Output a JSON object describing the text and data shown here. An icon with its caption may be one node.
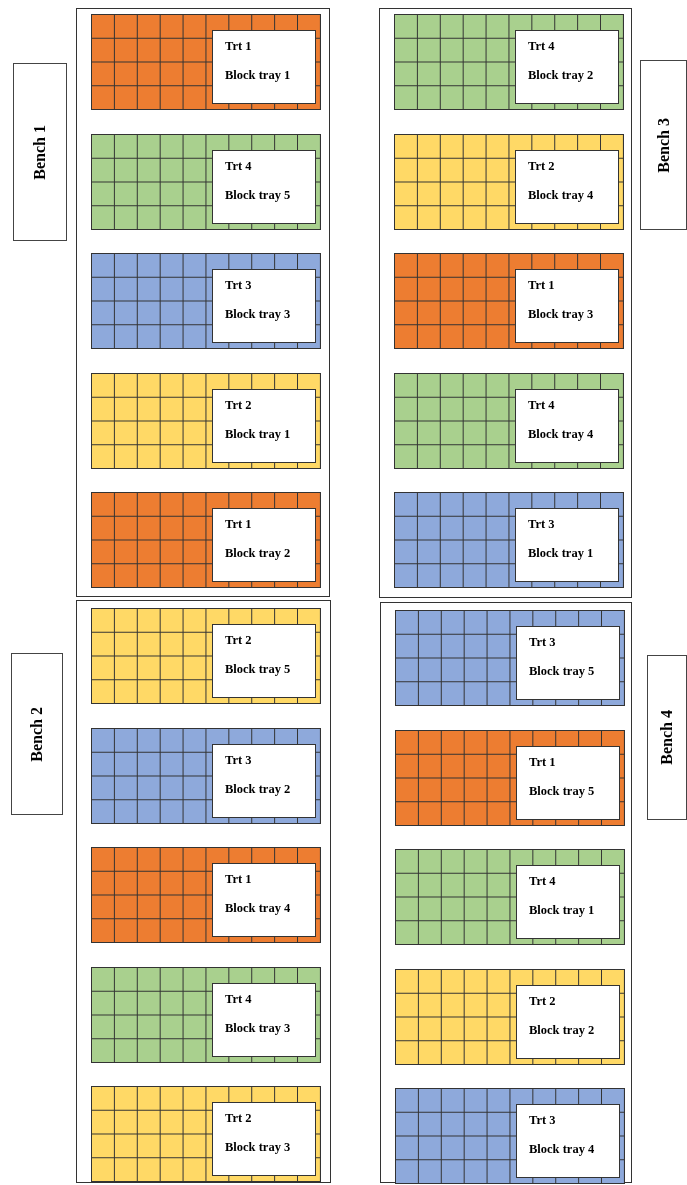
{
  "diagram": {
    "nodes": [
      {
        "text": [
          "Bench 1"
        ]
      },
      {
        "text": [],
        "shape": "box"
      },
      {
        "text": [
          "Trt 1",
          "Block tray 1"
        ],
        "in": 1
      },
      {
        "text": [
          "Trt 4",
          "Block tray 5"
        ],
        "in": 1
      },
      {
        "text": [
          "Trt 3",
          "Block tray 3"
        ],
        "in": 1
      },
      {
        "text": [
          "Trt 2",
          "Block tray 1"
        ],
        "in": 1
      },
      {
        "text": [
          "Trt 1",
          "Block tray 2"
        ],
        "in": 1
      },
      {
        "text": [
          "Bench 3"
        ]
      },
      {
        "text": [],
        "shape": "box"
      },
      {
        "text": [
          "Trt 4",
          "Block tray 2"
        ],
        "in": 8
      },
      {
        "text": [
          "Trt 2",
          "Block tray 4"
        ],
        "in": 8
      },
      {
        "text": [
          "Trt 1",
          "Block tray 3"
        ],
        "in": 8
      },
      {
        "text": [
          "Trt 4",
          "Block tray 4"
        ],
        "in": 8
      },
      {
        "text": [
          "Trt 3",
          "Block tray 1"
        ],
        "in": 8
      },
      {
        "text": [
          "Bench 2"
        ]
      },
      {
        "text": [],
        "shape": "box"
      },
      {
        "text": [
          "Trt 2",
          "Block tray 5"
        ],
        "in": 15
      },
      {
        "text": [
          "Trt 3",
          "Block tray 2"
        ],
        "in": 15
      },
      {
        "text": [
          "Trt 1",
          "Block tray 4"
        ],
        "in": 15
      },
      {
        "text": [
          "Trt 4",
          "Block tray 3"
        ],
        "in": 15
      },
      {
        "text": [
          "Trt 2",
          "Block tray 3"
        ],
        "in": 15
      },
      {
        "text": [
          "Bench 4"
        ]
      },
      {
        "text": [],
        "shape": "box"
      },
      {
        "text": [
          "Trt 3",
          "Block tray 5"
        ],
        "in": 22
      },
      {
        "text": [
          "Trt 1",
          "Block tray 5"
        ],
        "in": 22
      },
      {
        "text": [
          "Trt 4",
          "Block tray 1"
        ],
        "in": 22
      },
      {
        "text": [
          "Trt 2",
          "Block tray 2"
        ],
        "in": 22
      },
      {
        "text": [
          "Trt 3",
          "Block tray 4"
        ],
        "in": 22
      }
    ]
  }
}
